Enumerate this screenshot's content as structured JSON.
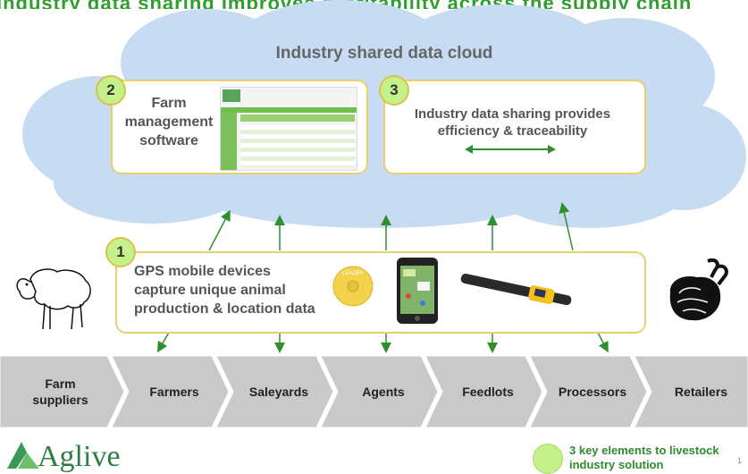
{
  "colors": {
    "cloud": "#c7dcf3",
    "box_border": "#e9d06a",
    "badge": "#c6f08a",
    "arrow": "#2f8f2f",
    "chain_fill": "#c8c8c8",
    "brand_green": "#2f8f45"
  },
  "top_banner_text": "Industry data sharing improves profitability across the supply chain",
  "cloud": {
    "title": "Industry shared  data cloud"
  },
  "elements": [
    {
      "number": "2",
      "line1": "Farm",
      "line2": "management",
      "line3": "software"
    },
    {
      "number": "3",
      "line1": "Industry data sharing provides",
      "line2": "efficiency & traceability"
    },
    {
      "number": "1",
      "line1": "GPS mobile devices",
      "line2": "capture unique animal",
      "line3": "production & location data",
      "tag_text": "LEADER"
    }
  ],
  "supply_chain": [
    {
      "line1": "Farm",
      "line2": "suppliers"
    },
    {
      "line1": "Farmers"
    },
    {
      "line1": "Saleyards"
    },
    {
      "line1": "Agents"
    },
    {
      "line1": "Feedlots"
    },
    {
      "line1": "Processors"
    },
    {
      "line1": "Retailers"
    }
  ],
  "legend": {
    "line1": "3 key elements to livestock",
    "line2": "industry solution"
  },
  "logo": {
    "text": "Aglive"
  },
  "page_number": "1",
  "icons": [
    "sheep-icon",
    "ear-tag-icon",
    "smartphone-icon",
    "rfid-wand-reader-icon",
    "meat-cut-icon",
    "aglive-logo-icon"
  ]
}
